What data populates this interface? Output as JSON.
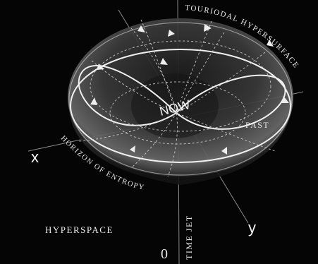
{
  "labels": {
    "hypersurface": "TOURIODAL HYPERSURFACE",
    "now": "NOW",
    "past": "PAST",
    "entropy": "HORIZON OF ENTROPY",
    "hyperspace": "HYPERSPACE",
    "time_jet": "TIME JET",
    "x_axis": "x",
    "y_axis": "y",
    "origin": "0"
  },
  "colors": {
    "background": "#050505",
    "lines": "#f0f0f0",
    "text": "#e9e9e9"
  }
}
